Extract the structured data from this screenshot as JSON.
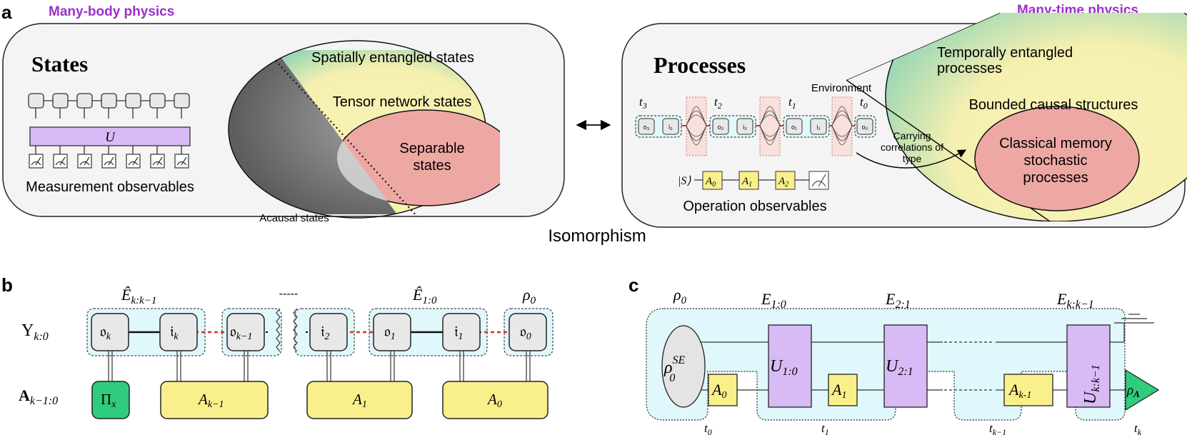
{
  "panel_a": {
    "letter": "a",
    "left_heading": "Many-body physics",
    "right_heading": "Many-time physics",
    "iso_label": "Isomorphism",
    "states": {
      "title": "States",
      "unitary": "U",
      "caption": "Measurement observables",
      "regions": {
        "outer": "Spatially entangled states",
        "middle": "Tensor network states",
        "inner_1": "Separable",
        "inner_2": "states",
        "acausal": "Acausal states"
      }
    },
    "processes": {
      "title": "Processes",
      "environment": "Environment",
      "times": [
        "t",
        "t",
        "t",
        "t"
      ],
      "time_subs": [
        "3",
        "2",
        "1",
        "0"
      ],
      "mini_nodes": [
        "o₃",
        "i₃",
        "o₂",
        "i₂",
        "o₁",
        "i₁",
        "o₀"
      ],
      "carry_1": "Carrying",
      "carry_2": "correlations of",
      "carry_3": "type",
      "ket": "|S⟩",
      "ops": [
        "A",
        "A",
        "A"
      ],
      "op_subs": [
        "0",
        "1",
        "2"
      ],
      "caption": "Operation observables",
      "regions": {
        "outer_1": "Temporally entangled",
        "outer_2": "processes",
        "middle": "Bounded causal structures",
        "inner_1": "Classical memory",
        "inner_2": "stochastic",
        "inner_3": "processes"
      }
    }
  },
  "panel_b": {
    "letter": "b",
    "row_label_1": "Υ",
    "row_label_1_sub": "k:0",
    "row_label_2": "A",
    "row_label_2_sub": "k−1:0",
    "top_labels": [
      {
        "main": "Ê",
        "sub": "k:k−1"
      },
      {
        "main": "Ê",
        "sub": "1:0"
      },
      {
        "main": "ρ",
        "sub": "0"
      }
    ],
    "dashes": "-----",
    "nodes": [
      {
        "main": "𝔬",
        "sub": "k"
      },
      {
        "main": "𝔦",
        "sub": "k"
      },
      {
        "main": "𝔬",
        "sub": "k−1"
      },
      {
        "main": "𝔦",
        "sub": "2"
      },
      {
        "main": "𝔬",
        "sub": "1"
      },
      {
        "main": "𝔦",
        "sub": "1"
      },
      {
        "main": "𝔬",
        "sub": "0"
      }
    ],
    "ops": [
      {
        "main": "Π",
        "sub": "x"
      },
      {
        "main": "A",
        "sub": "k−1"
      },
      {
        "main": "A",
        "sub": "1"
      },
      {
        "main": "A",
        "sub": "0"
      }
    ]
  },
  "panel_c": {
    "letter": "c",
    "rho0": {
      "main": "ρ",
      "sub": "0"
    },
    "rho_se": {
      "main": "ρ",
      "sup": "SE",
      "sub": "0"
    },
    "channels": [
      {
        "main": "E",
        "sub": "1:0"
      },
      {
        "main": "E",
        "sub": "2:1"
      },
      {
        "main": "E",
        "sub": "k:k−1"
      }
    ],
    "unitaries": [
      {
        "main": "U",
        "sub": "1:0"
      },
      {
        "main": "U",
        "sub": "2:1"
      },
      {
        "main": "U",
        "sub": "k:k−1"
      }
    ],
    "ops": [
      {
        "main": "A",
        "sub": "0"
      },
      {
        "main": "A",
        "sub": "1"
      },
      {
        "main": "A",
        "sub": "k-1"
      }
    ],
    "times": [
      {
        "main": "t",
        "sub": "0"
      },
      {
        "main": "t",
        "sub": "1"
      },
      {
        "main": "t",
        "sub": "k−1"
      },
      {
        "main": "t",
        "sub": "k"
      }
    ],
    "rho_a": {
      "main": "ρ",
      "sub": "A"
    }
  },
  "colors": {
    "purple_heading": "#9b30c8",
    "green_region": "#9fd8b4",
    "yellow_region": "#f6f0b0",
    "red_region": "#eea8a4",
    "gray_region": "#6a6a6a",
    "yellow_box": "#f9f08c",
    "lilac_box": "#d8baf4",
    "cyan_bg": "#e0f8fb",
    "green_box": "#2fcc7e",
    "panel_bg": "#f4f4f4",
    "dotted_red": "#d0302a"
  }
}
